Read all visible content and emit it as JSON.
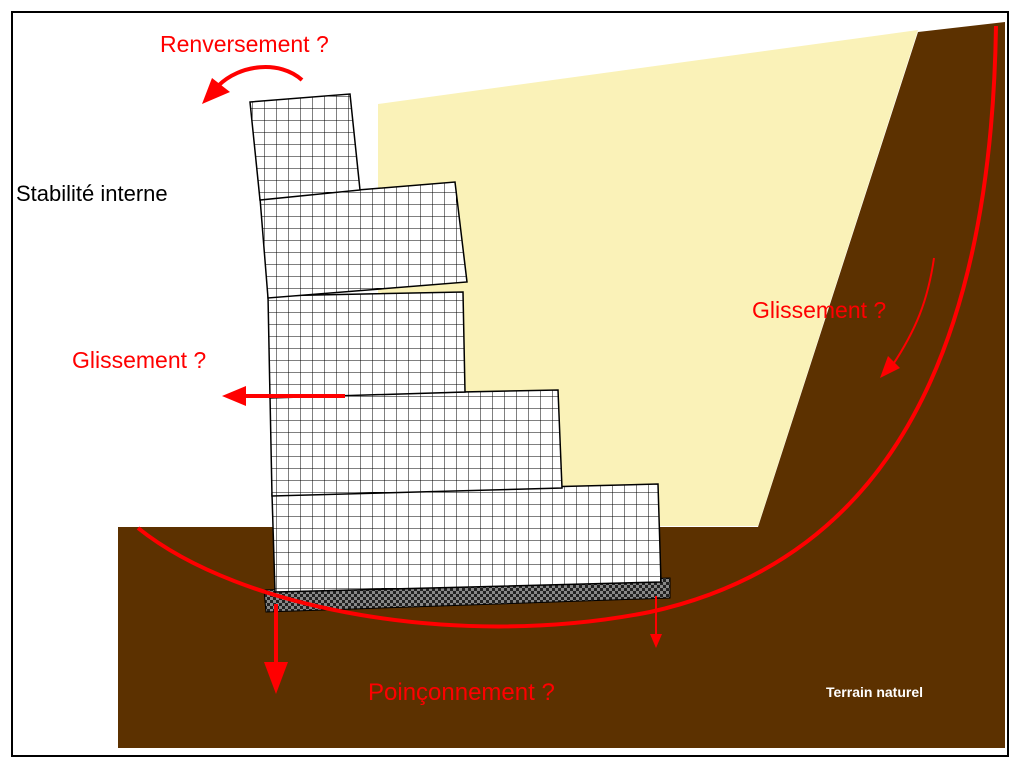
{
  "labels": {
    "overturning": "Renversement ?",
    "internal_stability": "Stabilité interne",
    "sliding_left": "Glissement ?",
    "sliding_right": "Glissement ?",
    "punching": "Poinçonnement ?",
    "natural_ground": "Terrain naturel"
  },
  "colors": {
    "annotation": "#ff0000",
    "natural_ground": "#5c3100",
    "backfill": "#faf2b8",
    "gabion_grid": "#000000",
    "foundation": "#444444",
    "frame": "#000000"
  }
}
